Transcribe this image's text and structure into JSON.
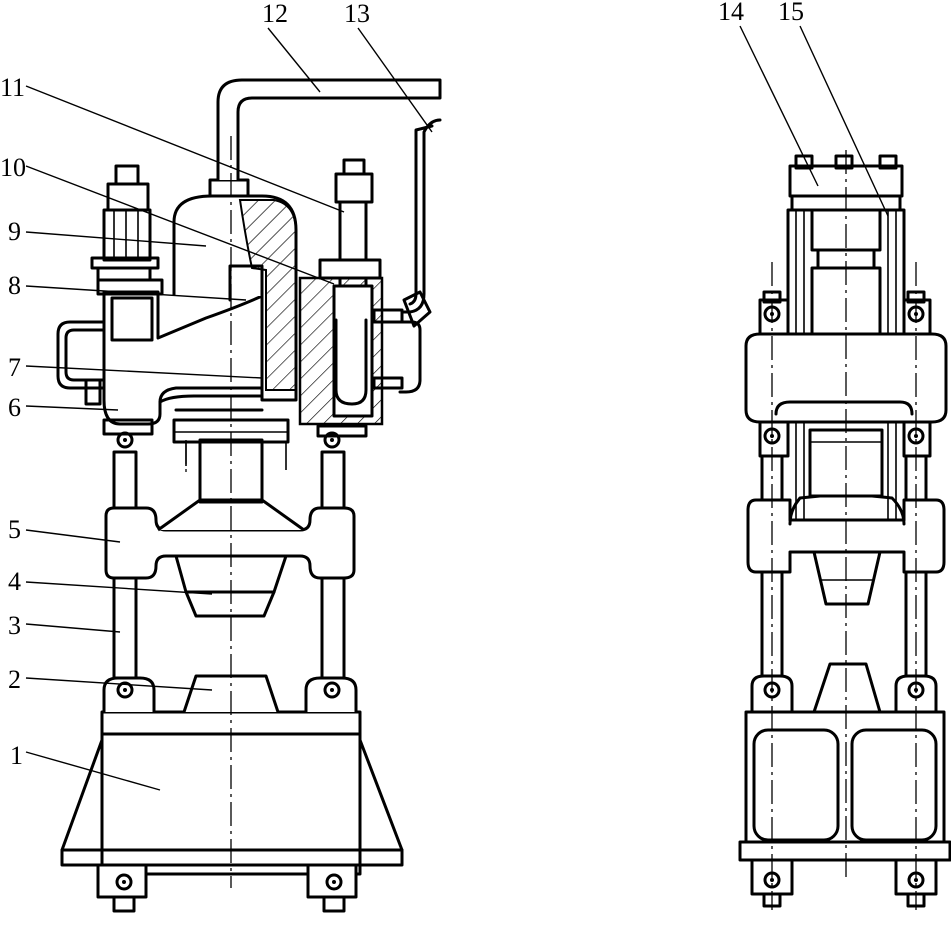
{
  "figure": {
    "front_view_callouts": [
      {
        "id": "callout-1",
        "label": "1"
      },
      {
        "id": "callout-2",
        "label": "2"
      },
      {
        "id": "callout-3",
        "label": "3"
      },
      {
        "id": "callout-4",
        "label": "4"
      },
      {
        "id": "callout-5",
        "label": "5"
      },
      {
        "id": "callout-6",
        "label": "6"
      },
      {
        "id": "callout-7",
        "label": "7"
      },
      {
        "id": "callout-8",
        "label": "8"
      },
      {
        "id": "callout-9",
        "label": "9"
      },
      {
        "id": "callout-10",
        "label": "10"
      },
      {
        "id": "callout-11",
        "label": "11"
      },
      {
        "id": "callout-12",
        "label": "12"
      },
      {
        "id": "callout-13",
        "label": "13"
      }
    ],
    "side_view_callouts": [
      {
        "id": "callout-14",
        "label": "14"
      },
      {
        "id": "callout-15",
        "label": "15"
      }
    ]
  }
}
